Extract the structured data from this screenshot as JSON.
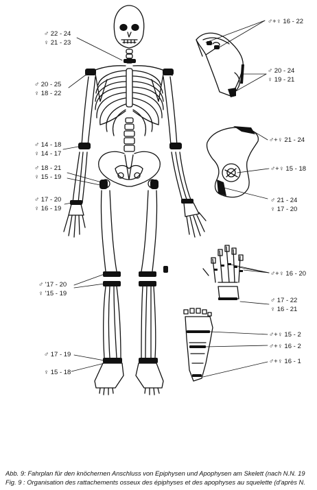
{
  "diagram": {
    "labels": {
      "neck_m": "♂ 22 - 24",
      "neck_f": "♀ 21 - 23",
      "shoulder_m": "♂ 20 - 25",
      "shoulder_f": "♀ 18 - 22",
      "elbow_m": "♂ 14 - 18",
      "elbow_f": "♀ 14 - 17",
      "hip_m": "♂ 18 - 21",
      "hip_f": "♀ 15 - 19",
      "wrist_m": "♂ 17 - 20",
      "wrist_f": "♀ 16 - 19",
      "knee_m": "♂ '17 - 20",
      "knee_f": "♀ '15 - 19",
      "ankle_m": "♂ 17 - 19",
      "ankle_f": "♀ 15 - 18",
      "scapula_both": "♂+♀ 16 - 22",
      "scapula_m": "♂ 20 - 24",
      "scapula_f": "♀ 19 - 21",
      "pelvis_crest": "♂+♀ 21 - 24",
      "pelvis_mid": "♂+♀ 15 - 18",
      "pelvis_m": "♂ 21 - 24",
      "pelvis_f": "♀ 17 - 20",
      "hand_fingers": "♂+♀ 16 - 20",
      "hand_m": "♂ 17 - 22",
      "hand_f": "♀ 16 - 21",
      "foot_1": "♂+♀ 15 - 2",
      "foot_2": "♂+♀ 16 - 2",
      "foot_3": "♂+♀ 16 - 1"
    }
  },
  "caption": {
    "de": "Abb. 9: Fahrplan für den knöchernen Anschluss von Epiphysen und Apophysen am Skelett (nach N.N. 19",
    "fr": "Fig. 9 : Organisation des rattachements osseux des épiphyses et des apophyses au squelette (d'après N."
  }
}
